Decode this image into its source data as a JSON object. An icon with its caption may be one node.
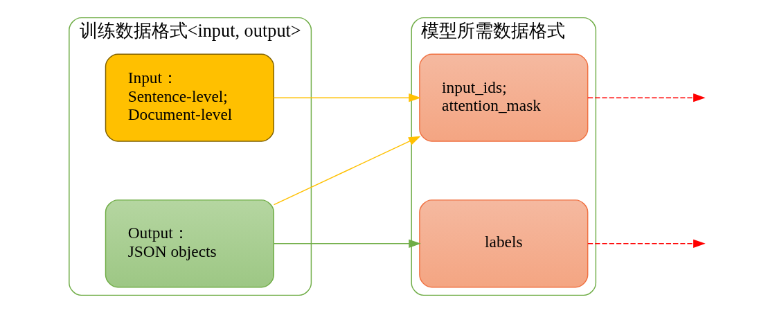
{
  "diagram": {
    "nodes": [
      {
        "text": [
          "训练数据格式<input, output>"
        ]
      },
      {
        "text": [
          "Input：",
          "Sentence-level;",
          "Document-level"
        ],
        "in": 0
      },
      {
        "text": [
          "Output：",
          "JSON objects"
        ],
        "in": 0
      },
      {
        "text": [
          "模型所需数据格式"
        ]
      },
      {
        "text": [
          "input_ids;",
          "attention_mask"
        ],
        "in": 3
      },
      {
        "text": [
          "labels"
        ],
        "in": 3
      }
    ],
    "edges": [
      {
        "from": 1,
        "to": 4,
        "arrow": "to",
        "color": "#ffc000"
      },
      {
        "from": 2,
        "to": 4,
        "arrow": "to",
        "color": "#ffc000"
      },
      {
        "from": 2,
        "to": 5,
        "arrow": "to",
        "color": "#70ad47"
      },
      {
        "from": 4,
        "to": null,
        "arrow": "to",
        "style": "dashed",
        "color": "#ff0000"
      },
      {
        "from": 5,
        "to": null,
        "arrow": "to",
        "style": "dashed",
        "color": "#ff0000"
      }
    ]
  }
}
